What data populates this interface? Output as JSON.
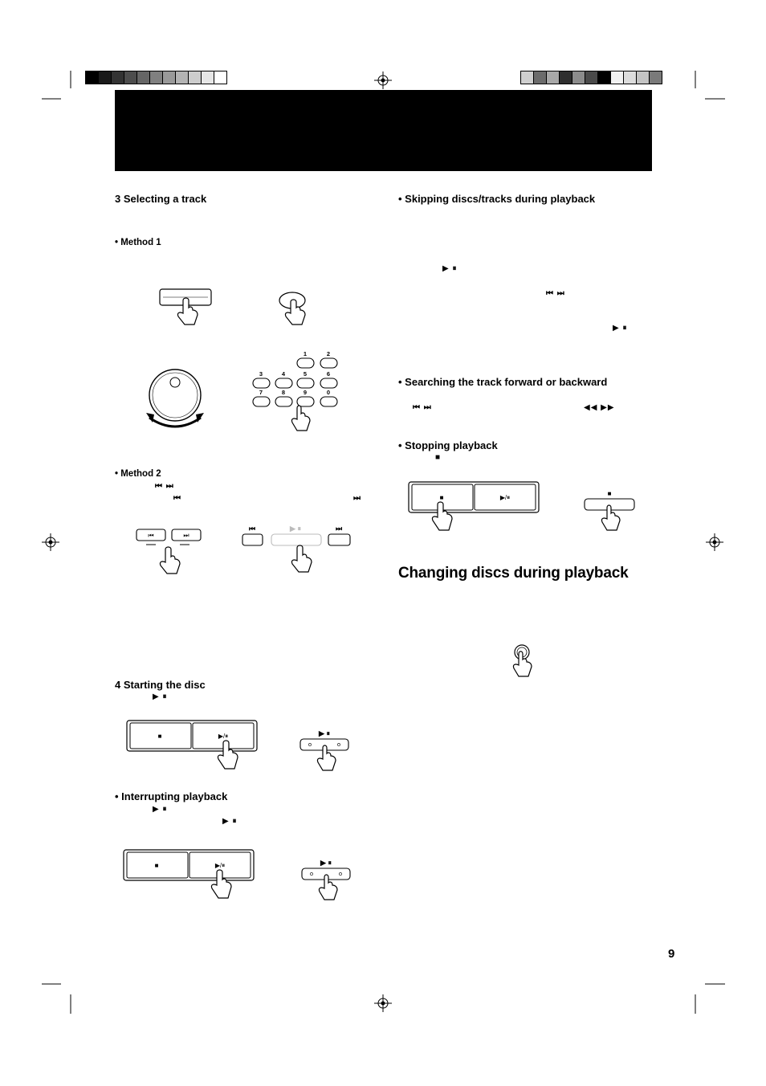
{
  "colors": {
    "header_band": "#000000",
    "left_bar": [
      "#000000",
      "#1a1a1a",
      "#333333",
      "#4d4d4d",
      "#666666",
      "#808080",
      "#999999",
      "#b3b3b3",
      "#cccccc",
      "#e6e6e6",
      "#ffffff"
    ],
    "right_bar": [
      "#cfcfcf",
      "#6b6b6b",
      "#a8a8a8",
      "#2e2e2e",
      "#8c8c8c",
      "#4a4a4a",
      "#000000",
      "#f2f2f2",
      "#dcdcdc",
      "#c4c4c4",
      "#7a7a7a"
    ]
  },
  "left": {
    "step3_heading": "3   Selecting a track",
    "method1_label": "•  Method 1",
    "method2_label": "•  Method 2",
    "method2_sym1": "⏮ ⏭",
    "method2_sym2": "⏮",
    "method2_sym3": "⏭",
    "step4_heading": "4   Starting the disc",
    "step4_sym": "▶ ⏸",
    "interrupt_heading": "• Interrupting playback",
    "interrupt_sym1": "▶ ⏸",
    "interrupt_sym2": "▶ ⏸"
  },
  "right": {
    "skip_heading": "• Skipping discs/tracks during playback",
    "skip_sym1": "▶ ⏸",
    "skip_sym2": "⏮   ⏭",
    "skip_sym3": "▶ ⏸",
    "search_heading": "• Searching the track forward or backward",
    "search_sym1": "⏮   ⏭",
    "search_sym2": "◀◀   ▶▶",
    "stop_heading": "• Stopping playback",
    "stop_sym": "■",
    "changing_heading": "Changing discs during playback"
  },
  "keypad": {
    "labels": [
      "1",
      "2",
      "3",
      "4",
      "5",
      "6",
      "7",
      "8",
      "9",
      "0"
    ]
  },
  "buttons": {
    "stop_symbol": "■",
    "play_pause_symbol": "▶/⏸",
    "play_pause_top": "▶ ⏸",
    "prev_symbol": "⏮",
    "next_symbol": "⏭"
  },
  "page_number": "9"
}
